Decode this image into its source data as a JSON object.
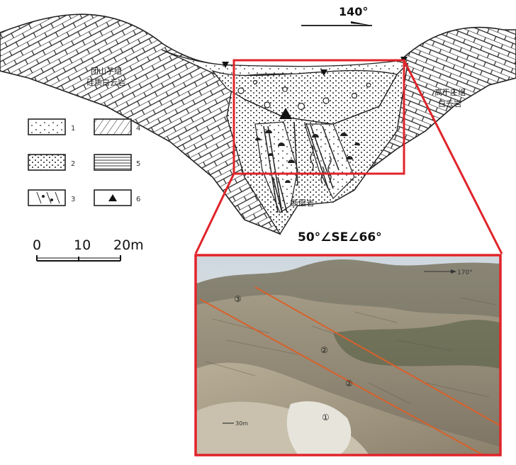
{
  "diagram": {
    "direction_label": "140°",
    "left_formation": [
      "团山子组",
      "硅质白云岩"
    ],
    "right_formation": [
      "高于庄组",
      "白云岩"
    ],
    "fault_rock_label": "断层岩",
    "attitude_label": "50°∠SE∠66°",
    "legend": [
      {
        "num": "1",
        "pattern": "sparse-dots"
      },
      {
        "num": "2",
        "pattern": "dense-dots"
      },
      {
        "num": "3",
        "pattern": "breccia"
      },
      {
        "num": "4",
        "pattern": "diagonal-lines"
      },
      {
        "num": "5",
        "pattern": "horizontal-lines"
      },
      {
        "num": "6",
        "pattern": "triangle-symbol"
      }
    ],
    "scale": {
      "ticks": [
        "0",
        "10",
        "20m"
      ]
    },
    "photo": {
      "direction_label": "170°",
      "zone_labels": [
        "③",
        "②",
        "②",
        "①"
      ],
      "scale_label": "30m"
    },
    "colors": {
      "highlight": "#e0242a",
      "fault_line": "#d9602a"
    }
  }
}
